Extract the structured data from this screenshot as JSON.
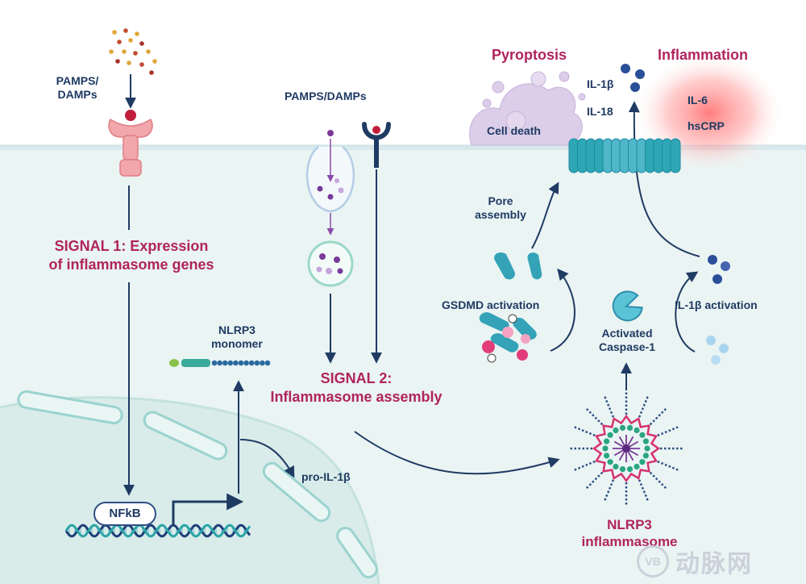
{
  "colors": {
    "magenta": "#b0245c",
    "navy": "#1f3a63",
    "cell_fill": "#eaf4f3",
    "membrane_teal": "#2ea6b5",
    "nucleus_fill": "#d9ece9",
    "dna_dark": "#1e3f7a",
    "dna_teal": "#2aa5a8"
  },
  "labels": {
    "pamps_left": [
      "PAMPS/",
      "DAMPs"
    ],
    "pamps_center": "PAMPS/DAMPs",
    "signal1": [
      "SIGNAL 1: Expression",
      "of inflammasome genes"
    ],
    "signal2": [
      "SIGNAL 2:",
      "Inflammasome assembly"
    ],
    "nlrp3_monomer": [
      "NLRP3",
      "monomer"
    ],
    "pro_il1b": "pro-IL-1β",
    "nfkb": "NFkB",
    "pyroptosis": "Pyroptosis",
    "inflammation": "Inflammation",
    "cell_death": "Cell death",
    "il1b": "IL-1β",
    "il18": "IL-18",
    "il6": "IL-6",
    "hscrp": "hsCRP",
    "pore_assembly": [
      "Pore",
      "assembly"
    ],
    "gsdmd_activation": "GSDMD activation",
    "activated_caspase": [
      "Activated",
      "Caspase-1"
    ],
    "il1b_activation": "IL-1β activation",
    "nlrp3_inflammasome": [
      "NLRP3",
      "inflammasome"
    ]
  },
  "watermark": {
    "badge": "VB",
    "text": "动脉网"
  },
  "icons": [
    "pamp-particles-icon",
    "tlr-receptor-icon",
    "endocytosis-vesicle-icon",
    "y-receptor-icon",
    "dna-helix-icon",
    "nlrp3-monomer-icon",
    "gasdermin-pore-icon",
    "caspase-pacman-icon",
    "inflammasome-wheel-icon",
    "cytokine-dots-icon",
    "dying-cell-icon"
  ]
}
